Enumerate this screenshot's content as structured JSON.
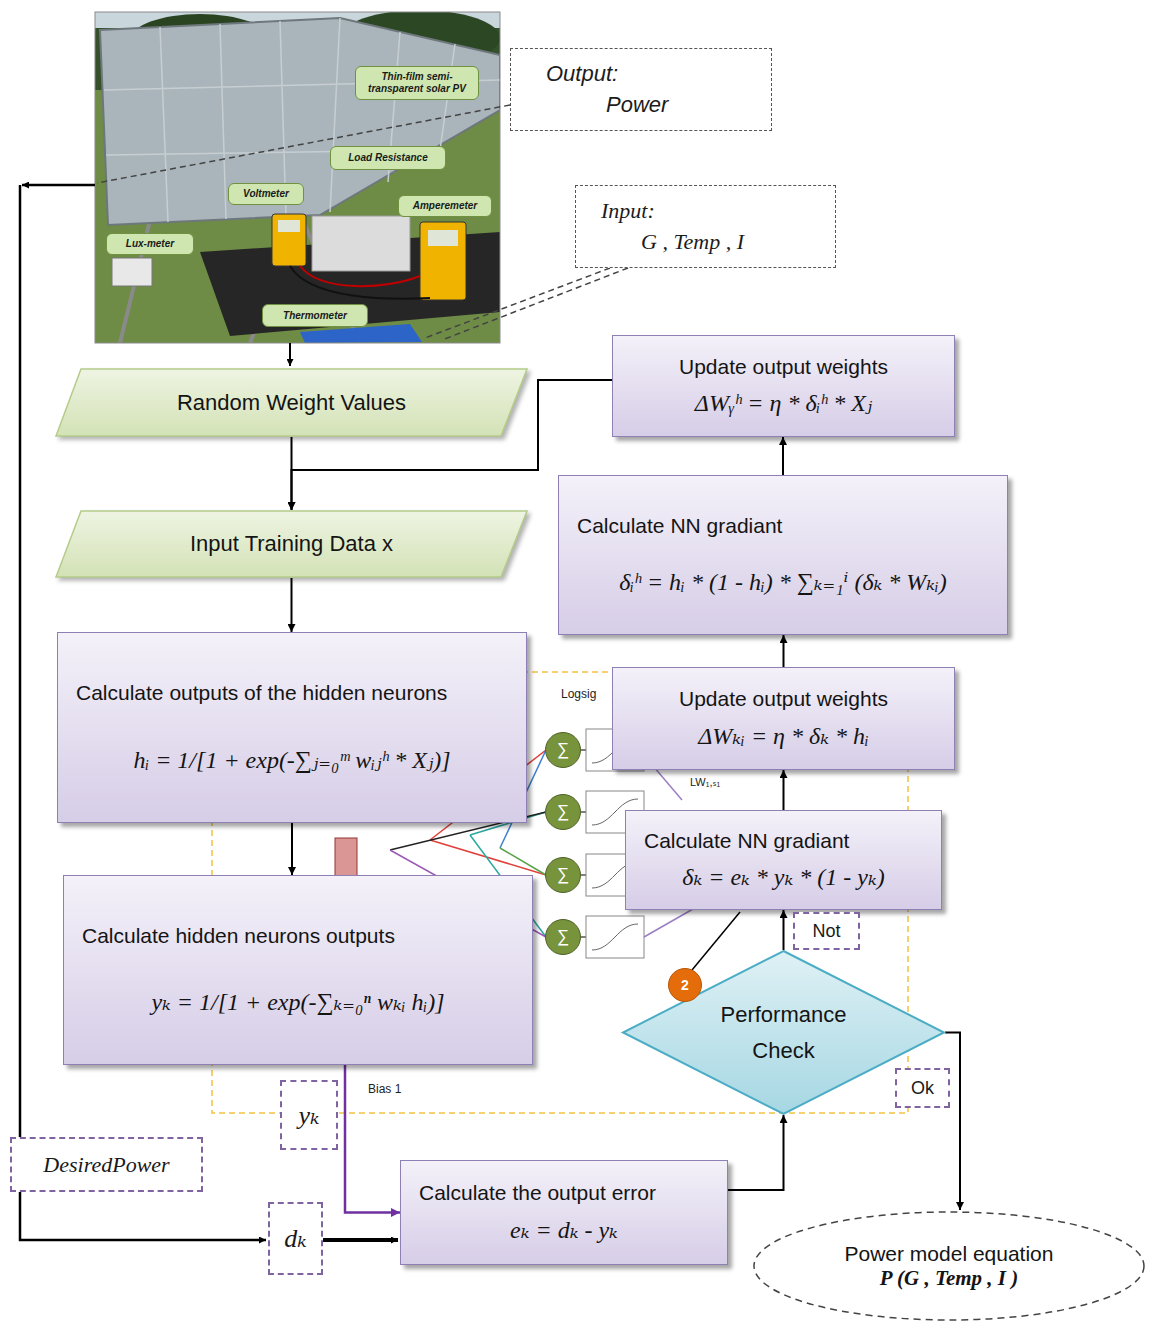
{
  "diagram": {
    "nodes": [
      {
        "text": [
          "Output:",
          "Power"
        ]
      },
      {
        "text": [
          "Input:",
          "G , Temp , I"
        ]
      },
      {
        "text": [
          "Update output weights",
          "ΔWᵧʰ = η * δᵢʰ * Xⱼ"
        ]
      },
      {
        "text": [
          "Random Weight Values"
        ]
      },
      {
        "text": [
          "Calculate NN gradiant",
          "δᵢʰ = hᵢ * (1 - hᵢ) * ∑ₖ₌₁ⁱ (δₖ * Wₖᵢ)"
        ]
      },
      {
        "text": [
          "Input Training Data x"
        ]
      },
      {
        "text": [
          "Calculate outputs of the hidden neurons",
          "hᵢ = 1/[1 + exp(-∑ⱼ₌₀ᵐ wᵢⱼʰ * Xⱼ)]"
        ]
      },
      {
        "text": [
          "Update output weights",
          "ΔWₖᵢ = η * δₖ * hᵢ"
        ]
      },
      {
        "text": [
          "Calculate NN gradiant",
          "δₖ = eₖ * yₖ * (1 - yₖ)"
        ]
      },
      {
        "text": [
          "Calculate hidden neurons outputs",
          "yₖ = 1/[1 + exp(-∑ₖ₌₀ⁿ wₖᵢ hᵢ)]"
        ]
      },
      {
        "text": [
          "Performance Check"
        ]
      },
      {
        "text": [
          "Calculate the output error",
          "eₖ = dₖ - yₖ"
        ]
      },
      {
        "text": [
          "Power model equation",
          "P (G , Temp , I )"
        ]
      }
    ],
    "edges": [
      {
        "from": 3,
        "to": 5,
        "arrow": "to"
      },
      {
        "from": 2,
        "to": 5,
        "arrow": "to"
      },
      {
        "from": 5,
        "to": 6,
        "arrow": "to"
      },
      {
        "from": 6,
        "to": 9,
        "arrow": "to"
      },
      {
        "from": 9,
        "to": 11,
        "label": "yₖ",
        "arrow": "to"
      },
      {
        "from": 11,
        "to": 10,
        "arrow": "to"
      },
      {
        "from": 10,
        "to": 8,
        "label": "Not",
        "arrow": "to"
      },
      {
        "from": 10,
        "to": 12,
        "label": "Ok",
        "arrow": "to"
      },
      {
        "from": 8,
        "to": 7,
        "arrow": "to"
      },
      {
        "from": 7,
        "to": 4,
        "arrow": "to"
      },
      {
        "from": 4,
        "to": 2,
        "arrow": "to"
      }
    ],
    "labels": [
      "Thin-film semi-transparent solar PV",
      "Load Resistance",
      "Voltmeter",
      "Amperemeter",
      "Lux-meter",
      "Thermometer",
      "DesiredPower",
      "dₖ",
      "Logsig",
      "LW₁,ₛ₁",
      "Bias 1",
      "2",
      "∑",
      "∑",
      "∑",
      "∑"
    ]
  }
}
